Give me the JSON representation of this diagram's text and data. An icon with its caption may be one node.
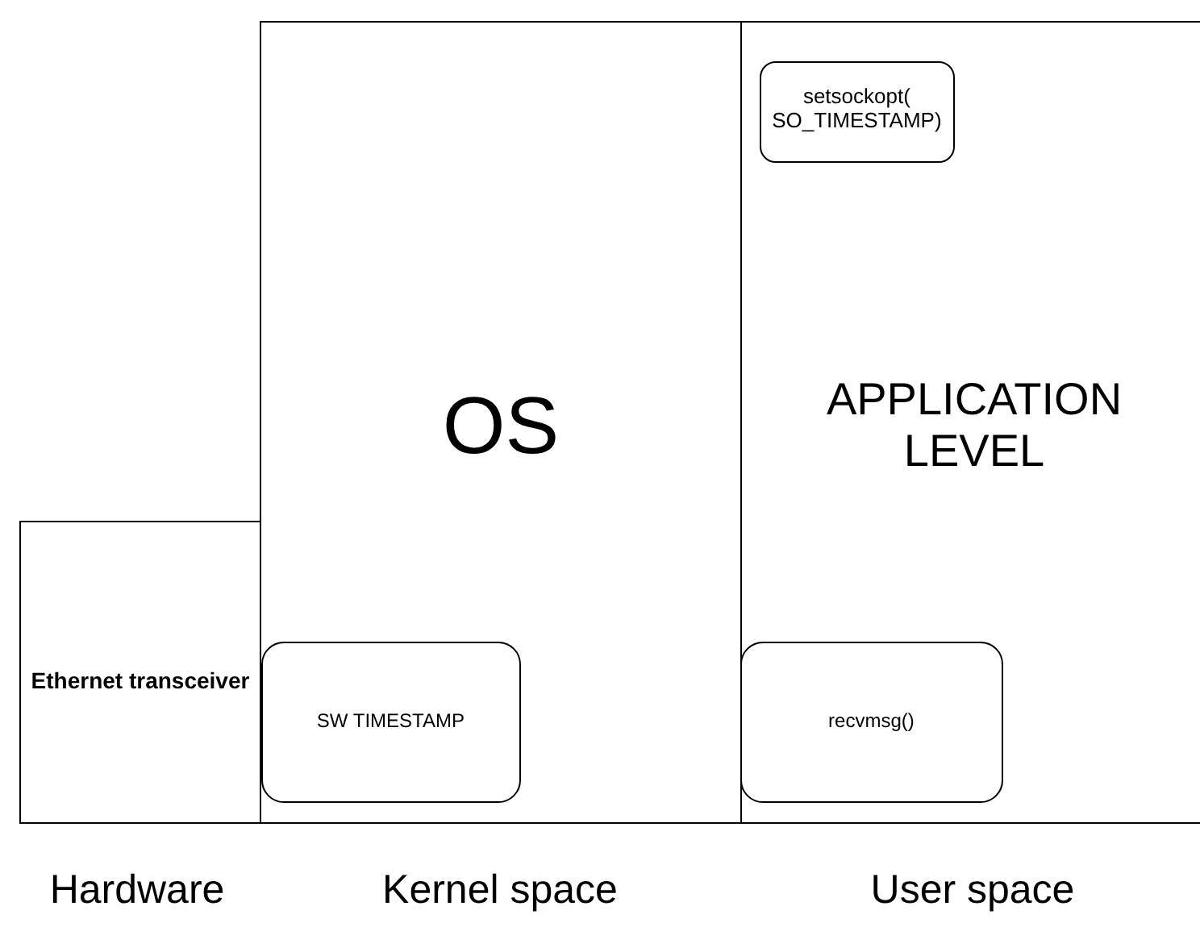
{
  "diagram": {
    "nodes": [
      {
        "text": [
          "Ethernet transceiver"
        ]
      },
      {
        "text": [
          "OS"
        ]
      },
      {
        "text": [
          "SW TIMESTAMP"
        ],
        "in": 1
      },
      {
        "text": [
          "APPLICATION LEVEL"
        ]
      },
      {
        "text": [
          "setsockopt( SO_TIMESTAMP)"
        ],
        "in": 3
      },
      {
        "text": [
          "recvmsg()"
        ],
        "in": 3
      }
    ],
    "edges": [],
    "labels": [
      "Hardware",
      "Kernel space",
      "User space"
    ]
  }
}
